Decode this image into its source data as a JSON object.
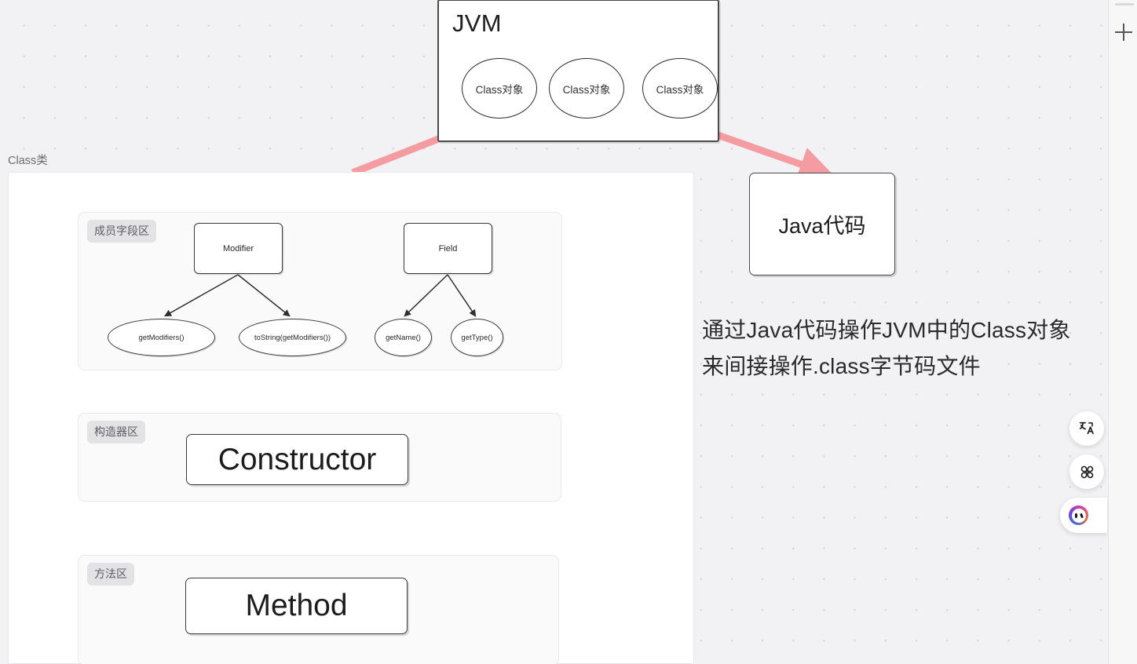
{
  "canvas": {
    "background_color": "#f2f2f4",
    "dot_color": "#d6d6da"
  },
  "jvm": {
    "title": "JVM",
    "objects": [
      {
        "label": "Class对象"
      },
      {
        "label": "Class对象"
      },
      {
        "label": "Class对象"
      }
    ]
  },
  "class_panel": {
    "label": "Class类",
    "sections": [
      {
        "tag": "成员字段区",
        "nodes": [
          {
            "label": "Modifier"
          },
          {
            "label": "Field"
          }
        ],
        "leaves": [
          {
            "label": "getModifiers()"
          },
          {
            "label": "toString(getModifiers())"
          },
          {
            "label": "getName()"
          },
          {
            "label": "getType()"
          }
        ]
      },
      {
        "tag": "构造器区",
        "box_label": "Constructor"
      },
      {
        "tag": "方法区",
        "box_label": "Method"
      }
    ]
  },
  "java_code": {
    "box_label": "Java代码",
    "caption_line_1": "通过Java代码操作JVM中的Class对象",
    "caption_line_2": "来间接操作.class字节码文件"
  },
  "arrows": {
    "color": "#f59ca3",
    "arrow_1_name": "arrow-to-class-object",
    "arrow_2_name": "arrow-jvm-to-java-code"
  },
  "right_rail": {
    "add_icon": "plus-icon"
  },
  "floating_buttons": [
    {
      "name": "translate-icon",
      "label": "文A"
    },
    {
      "name": "apps-grid-icon",
      "label": ""
    },
    {
      "name": "assistant-chat-icon",
      "label": ""
    }
  ]
}
